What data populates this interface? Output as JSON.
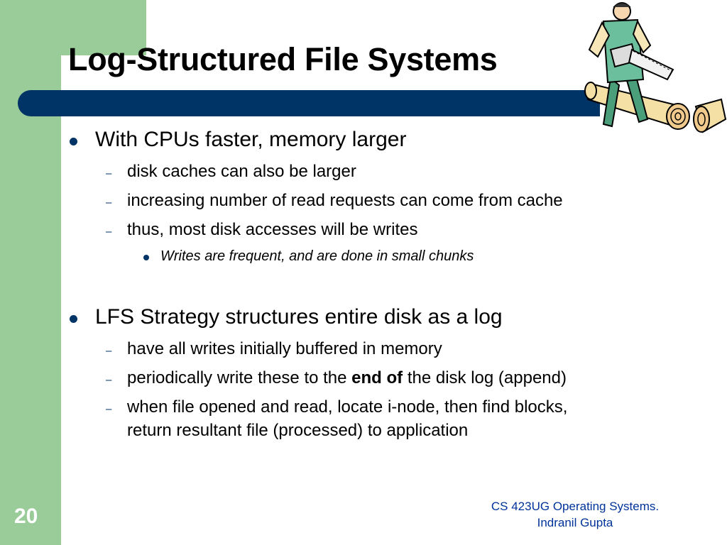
{
  "slide": {
    "title": "Log-Structured File Systems",
    "page_number": "20",
    "footer_line1": "CS 423UG Operating Systems.",
    "footer_line2": "Indranil Gupta",
    "clipart": "lumberjack-chainsaw-log-icon"
  },
  "bullets": {
    "b1": {
      "text": "With CPUs faster, memory larger",
      "sub1": "disk caches can also be larger",
      "sub2": "increasing number of read requests can come from cache",
      "sub3": "thus, most disk accesses will be writes",
      "sub3_1": "Writes are frequent, and are done in small chunks"
    },
    "b2": {
      "text": "LFS Strategy structures entire disk as a log",
      "sub1": "have all writes initially buffered in memory",
      "sub2_pre": "periodically write these to the ",
      "sub2_bold": "end of",
      "sub2_post": " the disk log (append)",
      "sub3_line1": "when file opened and read, locate i-node, then find blocks,",
      "sub3_line2": "return resultant file (processed) to application"
    }
  },
  "colors": {
    "green_bar": "#99cc99",
    "navy_band": "#003366",
    "footer_text": "#003399"
  }
}
